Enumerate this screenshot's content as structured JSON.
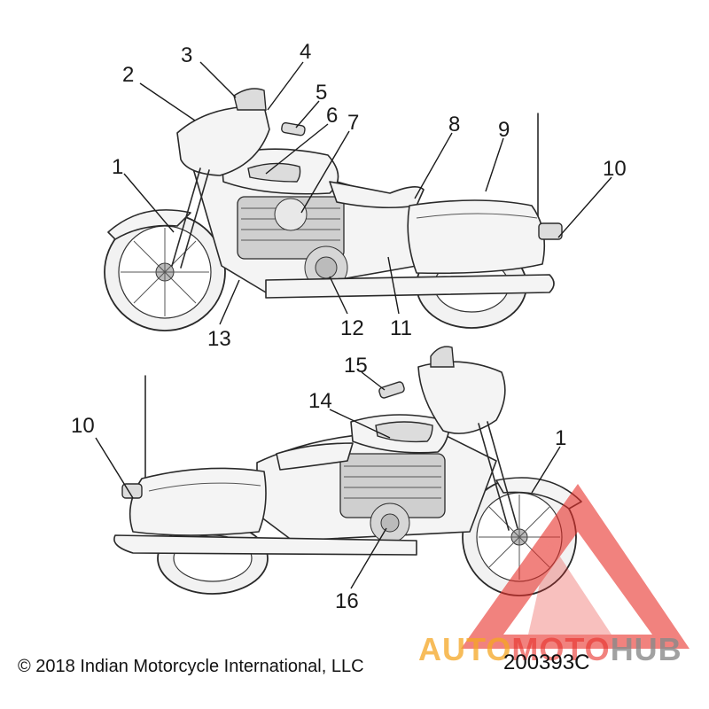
{
  "callouts_top": [
    "1",
    "2",
    "3",
    "4",
    "5",
    "6",
    "7",
    "8",
    "9",
    "10",
    "11",
    "12",
    "13"
  ],
  "callouts_bottom": [
    "10",
    "14",
    "15",
    "1",
    "16"
  ],
  "copyright": "© 2018 Indian Motorcycle International, LLC",
  "drawing_id": "200393C",
  "watermark": {
    "part1": "AUTO",
    "part2": "MOTO",
    "part3": "HUB",
    "color_orange": "#f5a623",
    "color_red": "#e8302a",
    "color_gray": "#8a8a8a"
  },
  "colors": {
    "ink": "#2a2a2a",
    "background": "#ffffff"
  }
}
